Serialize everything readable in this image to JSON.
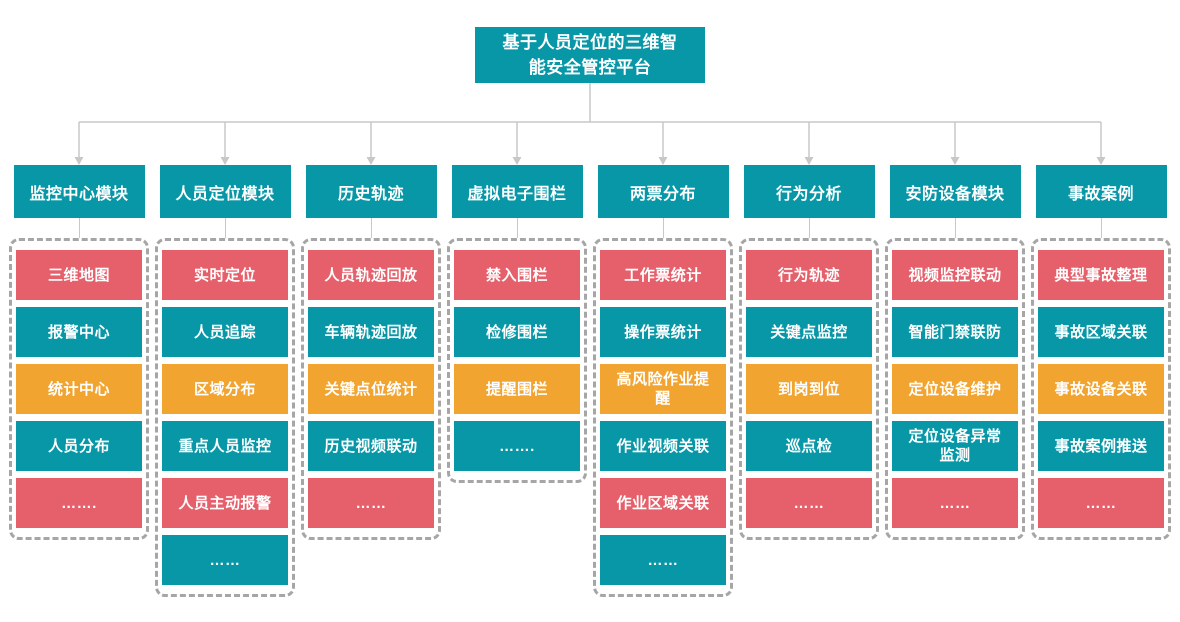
{
  "root": {
    "title": "基于人员定位的三维智\n能安全管控平台"
  },
  "colors": {
    "teal": "#0897A7",
    "red": "#E5606B",
    "orange": "#F2A430",
    "connector_line": "#c8c8c8",
    "dashed_border": "#a6a6a6"
  },
  "columns": [
    {
      "header": "监控中心模块",
      "items": [
        {
          "label": "三维地图",
          "color": "red"
        },
        {
          "label": "报警中心",
          "color": "teal"
        },
        {
          "label": "统计中心",
          "color": "orange"
        },
        {
          "label": "人员分布",
          "color": "teal"
        },
        {
          "label": "…….",
          "color": "red"
        }
      ]
    },
    {
      "header": "人员定位模块",
      "items": [
        {
          "label": "实时定位",
          "color": "red"
        },
        {
          "label": "人员追踪",
          "color": "teal"
        },
        {
          "label": "区域分布",
          "color": "orange"
        },
        {
          "label": "重点人员监控",
          "color": "teal"
        },
        {
          "label": "人员主动报警",
          "color": "red"
        },
        {
          "label": "……",
          "color": "teal"
        }
      ]
    },
    {
      "header": "历史轨迹",
      "items": [
        {
          "label": "人员轨迹回放",
          "color": "red"
        },
        {
          "label": "车辆轨迹回放",
          "color": "teal"
        },
        {
          "label": "关键点位统计",
          "color": "orange"
        },
        {
          "label": "历史视频联动",
          "color": "teal"
        },
        {
          "label": "……",
          "color": "red"
        }
      ]
    },
    {
      "header": "虚拟电子围栏",
      "items": [
        {
          "label": "禁入围栏",
          "color": "red"
        },
        {
          "label": "检修围栏",
          "color": "teal"
        },
        {
          "label": "提醒围栏",
          "color": "orange"
        },
        {
          "label": "…….",
          "color": "teal"
        }
      ]
    },
    {
      "header": "两票分布",
      "items": [
        {
          "label": "工作票统计",
          "color": "red"
        },
        {
          "label": "操作票统计",
          "color": "teal"
        },
        {
          "label": "高风险作业提\n醒",
          "color": "orange"
        },
        {
          "label": "作业视频关联",
          "color": "teal"
        },
        {
          "label": "作业区域关联",
          "color": "red"
        },
        {
          "label": "……",
          "color": "teal"
        }
      ]
    },
    {
      "header": "行为分析",
      "items": [
        {
          "label": "行为轨迹",
          "color": "red"
        },
        {
          "label": "关键点监控",
          "color": "teal"
        },
        {
          "label": "到岗到位",
          "color": "orange"
        },
        {
          "label": "巡点检",
          "color": "teal"
        },
        {
          "label": "……",
          "color": "red"
        }
      ]
    },
    {
      "header": "安防设备模块",
      "items": [
        {
          "label": "视频监控联动",
          "color": "red"
        },
        {
          "label": "智能门禁联防",
          "color": "teal"
        },
        {
          "label": "定位设备维护",
          "color": "orange"
        },
        {
          "label": "定位设备异常\n监测",
          "color": "teal"
        },
        {
          "label": "……",
          "color": "red"
        }
      ]
    },
    {
      "header": "事故案例",
      "items": [
        {
          "label": "典型事故整理",
          "color": "red"
        },
        {
          "label": "事故区域关联",
          "color": "teal"
        },
        {
          "label": "事故设备关联",
          "color": "orange"
        },
        {
          "label": "事故案例推送",
          "color": "teal"
        },
        {
          "label": "……",
          "color": "red"
        }
      ]
    }
  ]
}
